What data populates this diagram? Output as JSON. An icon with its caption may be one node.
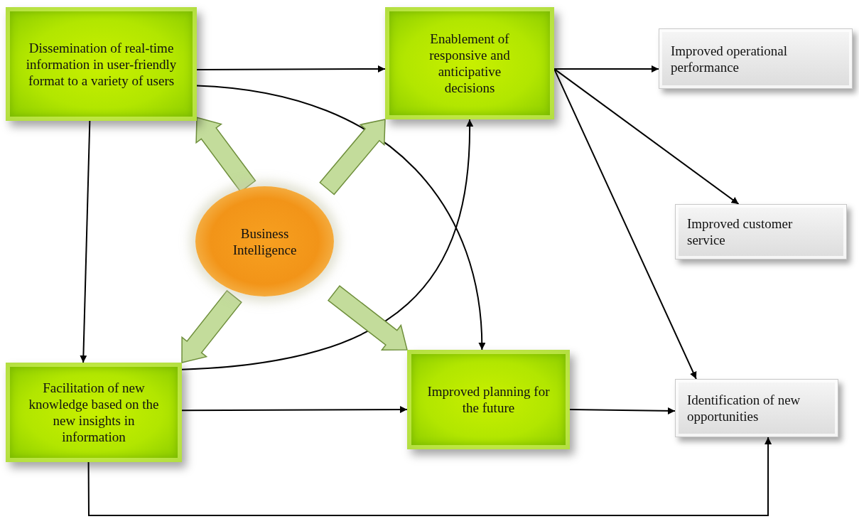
{
  "diagram": {
    "nodes": [
      {
        "text": [
          "Dissemination of real-time information in user-friendly format to a variety of users"
        ]
      },
      {
        "text": [
          "Enablement of responsive and anticipative decisions"
        ]
      },
      {
        "text": [
          "Improved operational performance"
        ]
      },
      {
        "text": [
          "Improved customer service"
        ]
      },
      {
        "text": [
          "Business Intelligence"
        ]
      },
      {
        "text": [
          "Facilitation of new knowledge based on the new insights in information"
        ]
      },
      {
        "text": [
          "Improved planning for the future"
        ]
      },
      {
        "text": [
          "Identification of new opportunities"
        ]
      }
    ],
    "edges": [
      {
        "from": 0,
        "to": 1,
        "arrow": "to"
      },
      {
        "from": 0,
        "to": 6,
        "arrow": "to"
      },
      {
        "from": 0,
        "to": 5,
        "arrow": "to"
      },
      {
        "from": 1,
        "to": 2,
        "arrow": "to"
      },
      {
        "from": 1,
        "to": 3,
        "arrow": "to"
      },
      {
        "from": 1,
        "to": 7,
        "arrow": "to"
      },
      {
        "from": 5,
        "to": 1,
        "arrow": "to"
      },
      {
        "from": 5,
        "to": 6,
        "arrow": "to"
      },
      {
        "from": 6,
        "to": 7,
        "arrow": "to"
      },
      {
        "from": 5,
        "to": 7,
        "arrow": "to"
      },
      {
        "from": 4,
        "to": 0,
        "arrow": "to",
        "style": "thick",
        "color": "#c3dc9b"
      },
      {
        "from": 4,
        "to": 1,
        "arrow": "to",
        "style": "thick",
        "color": "#c3dc9b"
      },
      {
        "from": 4,
        "to": 5,
        "arrow": "to",
        "style": "thick",
        "color": "#c3dc9b"
      },
      {
        "from": 4,
        "to": 6,
        "arrow": "to",
        "style": "thick",
        "color": "#c3dc9b"
      }
    ]
  }
}
